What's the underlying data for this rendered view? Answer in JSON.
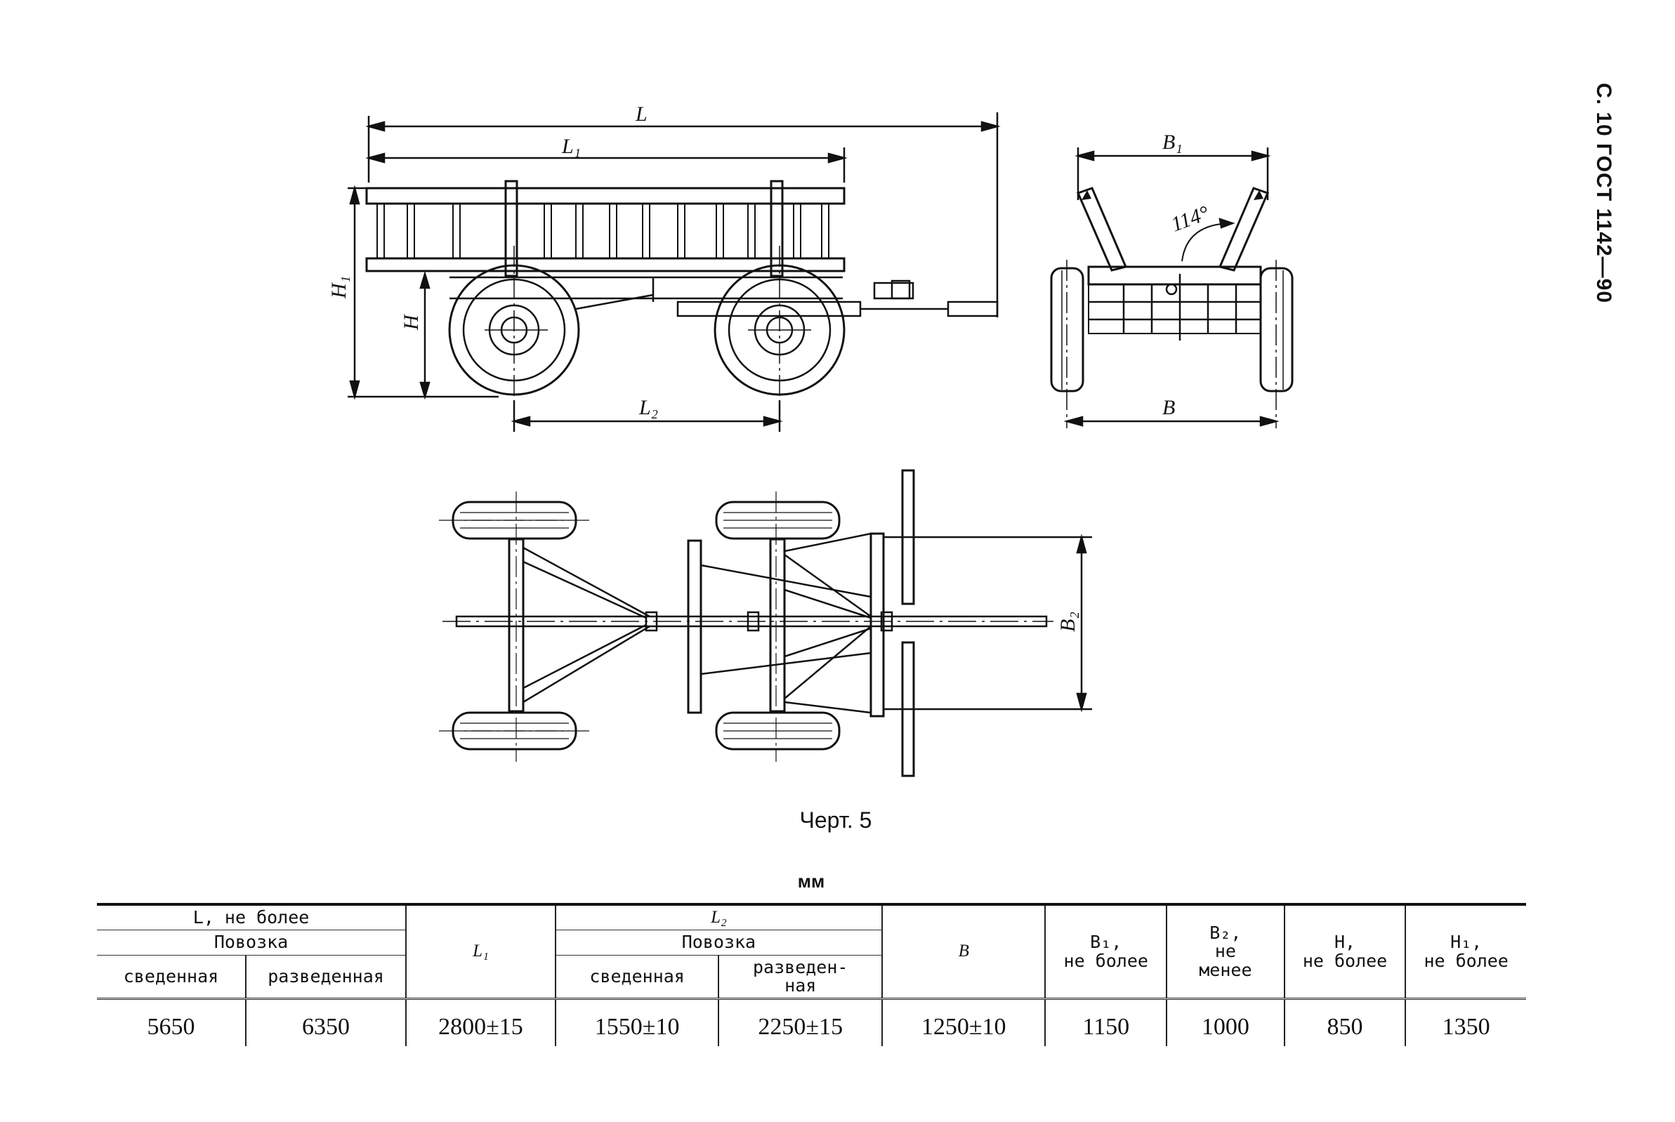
{
  "page_header": "С. 10 ГОСТ 1142—90",
  "drawing": {
    "side_view_labels": {
      "L": "L",
      "L1": "L₁",
      "L2": "L₂",
      "H1": "H₁",
      "H": "H"
    },
    "rear_view_labels": {
      "B1": "B₁",
      "B": "B",
      "angle": "114°"
    },
    "plan_view_labels": {
      "B2": "B₂"
    }
  },
  "caption": "Черт. 5",
  "units": "мм",
  "table": {
    "h_L": "L, не более",
    "h_povozka": "Повозка",
    "h_svedennaya": "сведенная",
    "h_razvedennaya": "разведенная",
    "h_L1": "L₁",
    "h_L2": "L₂",
    "h_povozka2": "Повозка",
    "h_svedennaya2": "сведенная",
    "h_razvedennaya2": "разведен-\nная",
    "h_B": "B",
    "h_B1": "B₁,\nне более",
    "h_B2": "B₂,\nне\nменее",
    "h_H": "H,\nне более",
    "h_H1": "H₁,\nне более",
    "row": [
      "5650",
      "6350",
      "2800±15",
      "1550±10",
      "2250±15",
      "1250±10",
      "1150",
      "1000",
      "850",
      "1350"
    ]
  }
}
